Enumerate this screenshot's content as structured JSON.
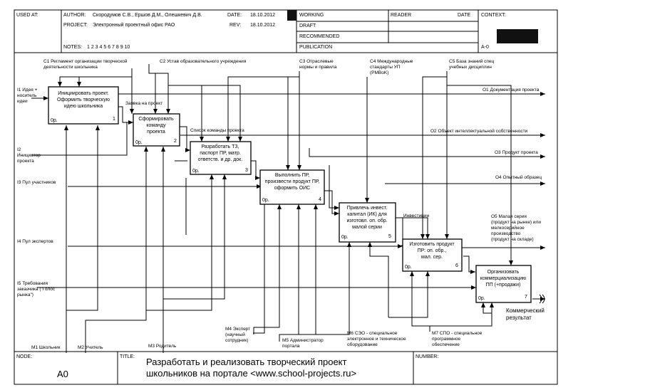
{
  "header": {
    "used_at_label": "USED AT:",
    "author_label": "AUTHOR:",
    "author_value": "Скородумов С.В., Ершов Д.М., Олешкевич Д.В.",
    "date_label": "DATE:",
    "date_value": "18.10.2012",
    "project_label": "PROJECT:",
    "project_value": "Электронный проектный офис РАО",
    "rev_label": "REV:",
    "rev_value": "18.10.2012",
    "notes_label": "NOTES:",
    "notes_value": "1  2  3  4  5  6  7  8  9  10",
    "status": [
      "WORKING",
      "DRAFT",
      "RECOMMENDED",
      "PUBLICATION"
    ],
    "reader_label": "READER",
    "reader_date_label": "DATE",
    "context_label": "CONTEXT:",
    "context_node": "A-0"
  },
  "boxes": [
    {
      "id": "b1",
      "lines": [
        "Инициировать проект.",
        "Оформить творческую",
        "идею школьника"
      ],
      "num": "1",
      "op": "0р."
    },
    {
      "id": "b2",
      "lines": [
        "Сформировать",
        "команду",
        "проекта"
      ],
      "num": "2",
      "op": "0р."
    },
    {
      "id": "b3",
      "lines": [
        "Разработать ТЗ,",
        "паспорт ПР, матр.",
        "ответств. и др. док."
      ],
      "num": "3",
      "op": "0р."
    },
    {
      "id": "b4",
      "lines": [
        "Выполнить ПР,",
        "произвести продукт ПР,",
        "оформить ОИС"
      ],
      "num": "4",
      "op": "0р."
    },
    {
      "id": "b5",
      "lines": [
        "Привлечь инвест.",
        "капитал (ИК) для",
        "изготовл. оп. обр.",
        "малой серии"
      ],
      "num": "5",
      "op": "0р."
    },
    {
      "id": "b6",
      "lines": [
        "Изготовить продукт",
        "ПР: оп. обр.,",
        "мал. сер."
      ],
      "num": "6",
      "op": "0р."
    },
    {
      "id": "b7",
      "lines": [
        "Организовать",
        "коммерциализацию",
        "ПП (+продажи)"
      ],
      "num": "7",
      "op": "0р."
    }
  ],
  "inputs": [
    [
      "I1 Идея +",
      "носитель",
      "идеи"
    ],
    [
      "I2",
      "Инициатор",
      "проекта"
    ],
    [
      "I3 Пул участников"
    ],
    [
      "I4 Пул экспертов"
    ],
    [
      "I5 Требования",
      "заказчика (\"Голос",
      "рынка\")"
    ]
  ],
  "controls": [
    [
      "C1 Регламент организации творческой",
      "деятельности школьника"
    ],
    [
      "C2 Устав образовательного учреждения"
    ],
    [
      "C3 Отраслевые",
      "нормы и правила"
    ],
    [
      "C4 Международные",
      "стандарты УП",
      "(PMBoK)"
    ],
    [
      "C5 База знаний спец",
      "учебных дисциплин"
    ]
  ],
  "outputs": [
    [
      "O1 Документация проекта"
    ],
    [
      "O2 Объект интеллектуальной собственности"
    ],
    [
      "O3 Продукт проекта"
    ],
    [
      "O4 Опытный образец"
    ],
    [
      "O5 Малая серия",
      "(продукт на рынке) или",
      "мелкосерийное",
      "производство",
      "(продукт на складе)"
    ]
  ],
  "mechanisms": [
    [
      "M1 Школьник"
    ],
    [
      "M2 Учитель"
    ],
    [
      "M3 Родитель"
    ],
    [
      "M4 Эксперт",
      "(научный",
      "сотрудник)"
    ],
    [
      "M5 Администратор",
      "портала"
    ],
    [
      "M6 СЭО - специальное",
      "электронное и техническое",
      "оборудование"
    ],
    [
      "M7 СПО - специальное",
      "программное",
      "обеспечение"
    ]
  ],
  "internal": {
    "team_request": "Заявка на проект",
    "team_list": "Список команды проекта",
    "investments": "Инвестиции",
    "result": [
      "Коммерческий",
      "результат"
    ]
  },
  "footer": {
    "node_label": "NODE:",
    "node_value": "A0",
    "title_label": "TITLE:",
    "title_lines": [
      "Разработать и реализовать творческий проект",
      "школьников на портале <www.school-projects.ru>"
    ],
    "number_label": "NUMBER:"
  }
}
